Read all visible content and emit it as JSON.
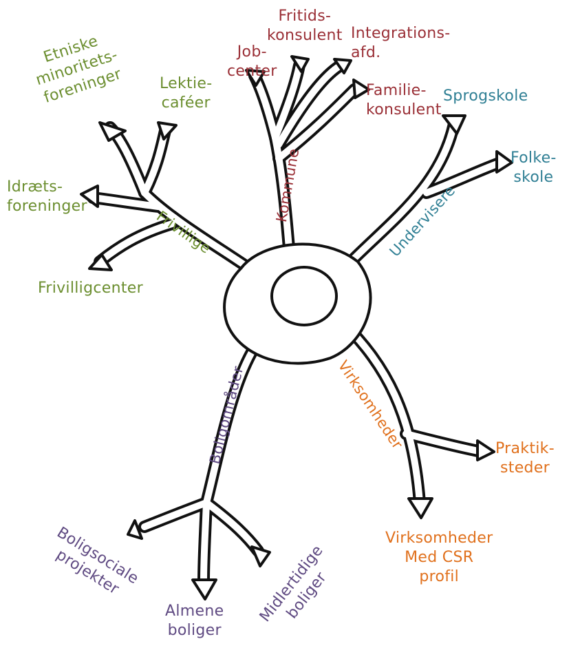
{
  "colors": {
    "frivillige": "#6b8e2f",
    "kommune": "#9a2f36",
    "undervisere": "#2f7f94",
    "virksomheder": "#e0701c",
    "boligomraader": "#5f4a82",
    "outline": "#111111"
  },
  "branches": {
    "frivillige": {
      "label": "Frivillige",
      "items": [
        "Etniske\nminoritets-\nforeninger",
        "Lektie-\ncaféer",
        "Idræts-\nforeninger",
        "Frivilligcenter"
      ]
    },
    "kommune": {
      "label": "Kommune",
      "items": [
        "Job-\ncenter",
        "Fritids-\nkonsulent",
        "Integrations-\nafd.",
        "Familie-\nkonsulent"
      ]
    },
    "undervisere": {
      "label": "Undervisere",
      "items": [
        "Sprogskole",
        "Folke-\nskole"
      ]
    },
    "virksomheder": {
      "label": "Virksomheder",
      "items": [
        "Praktik-\nsteder",
        "Virksomheder\nMed CSR\nprofil"
      ]
    },
    "boligomraader": {
      "label": "Boligområder",
      "items": [
        "Boligsociale\nprojekter",
        "Almene\nboliger",
        "Midlertidige\nboliger"
      ]
    }
  }
}
